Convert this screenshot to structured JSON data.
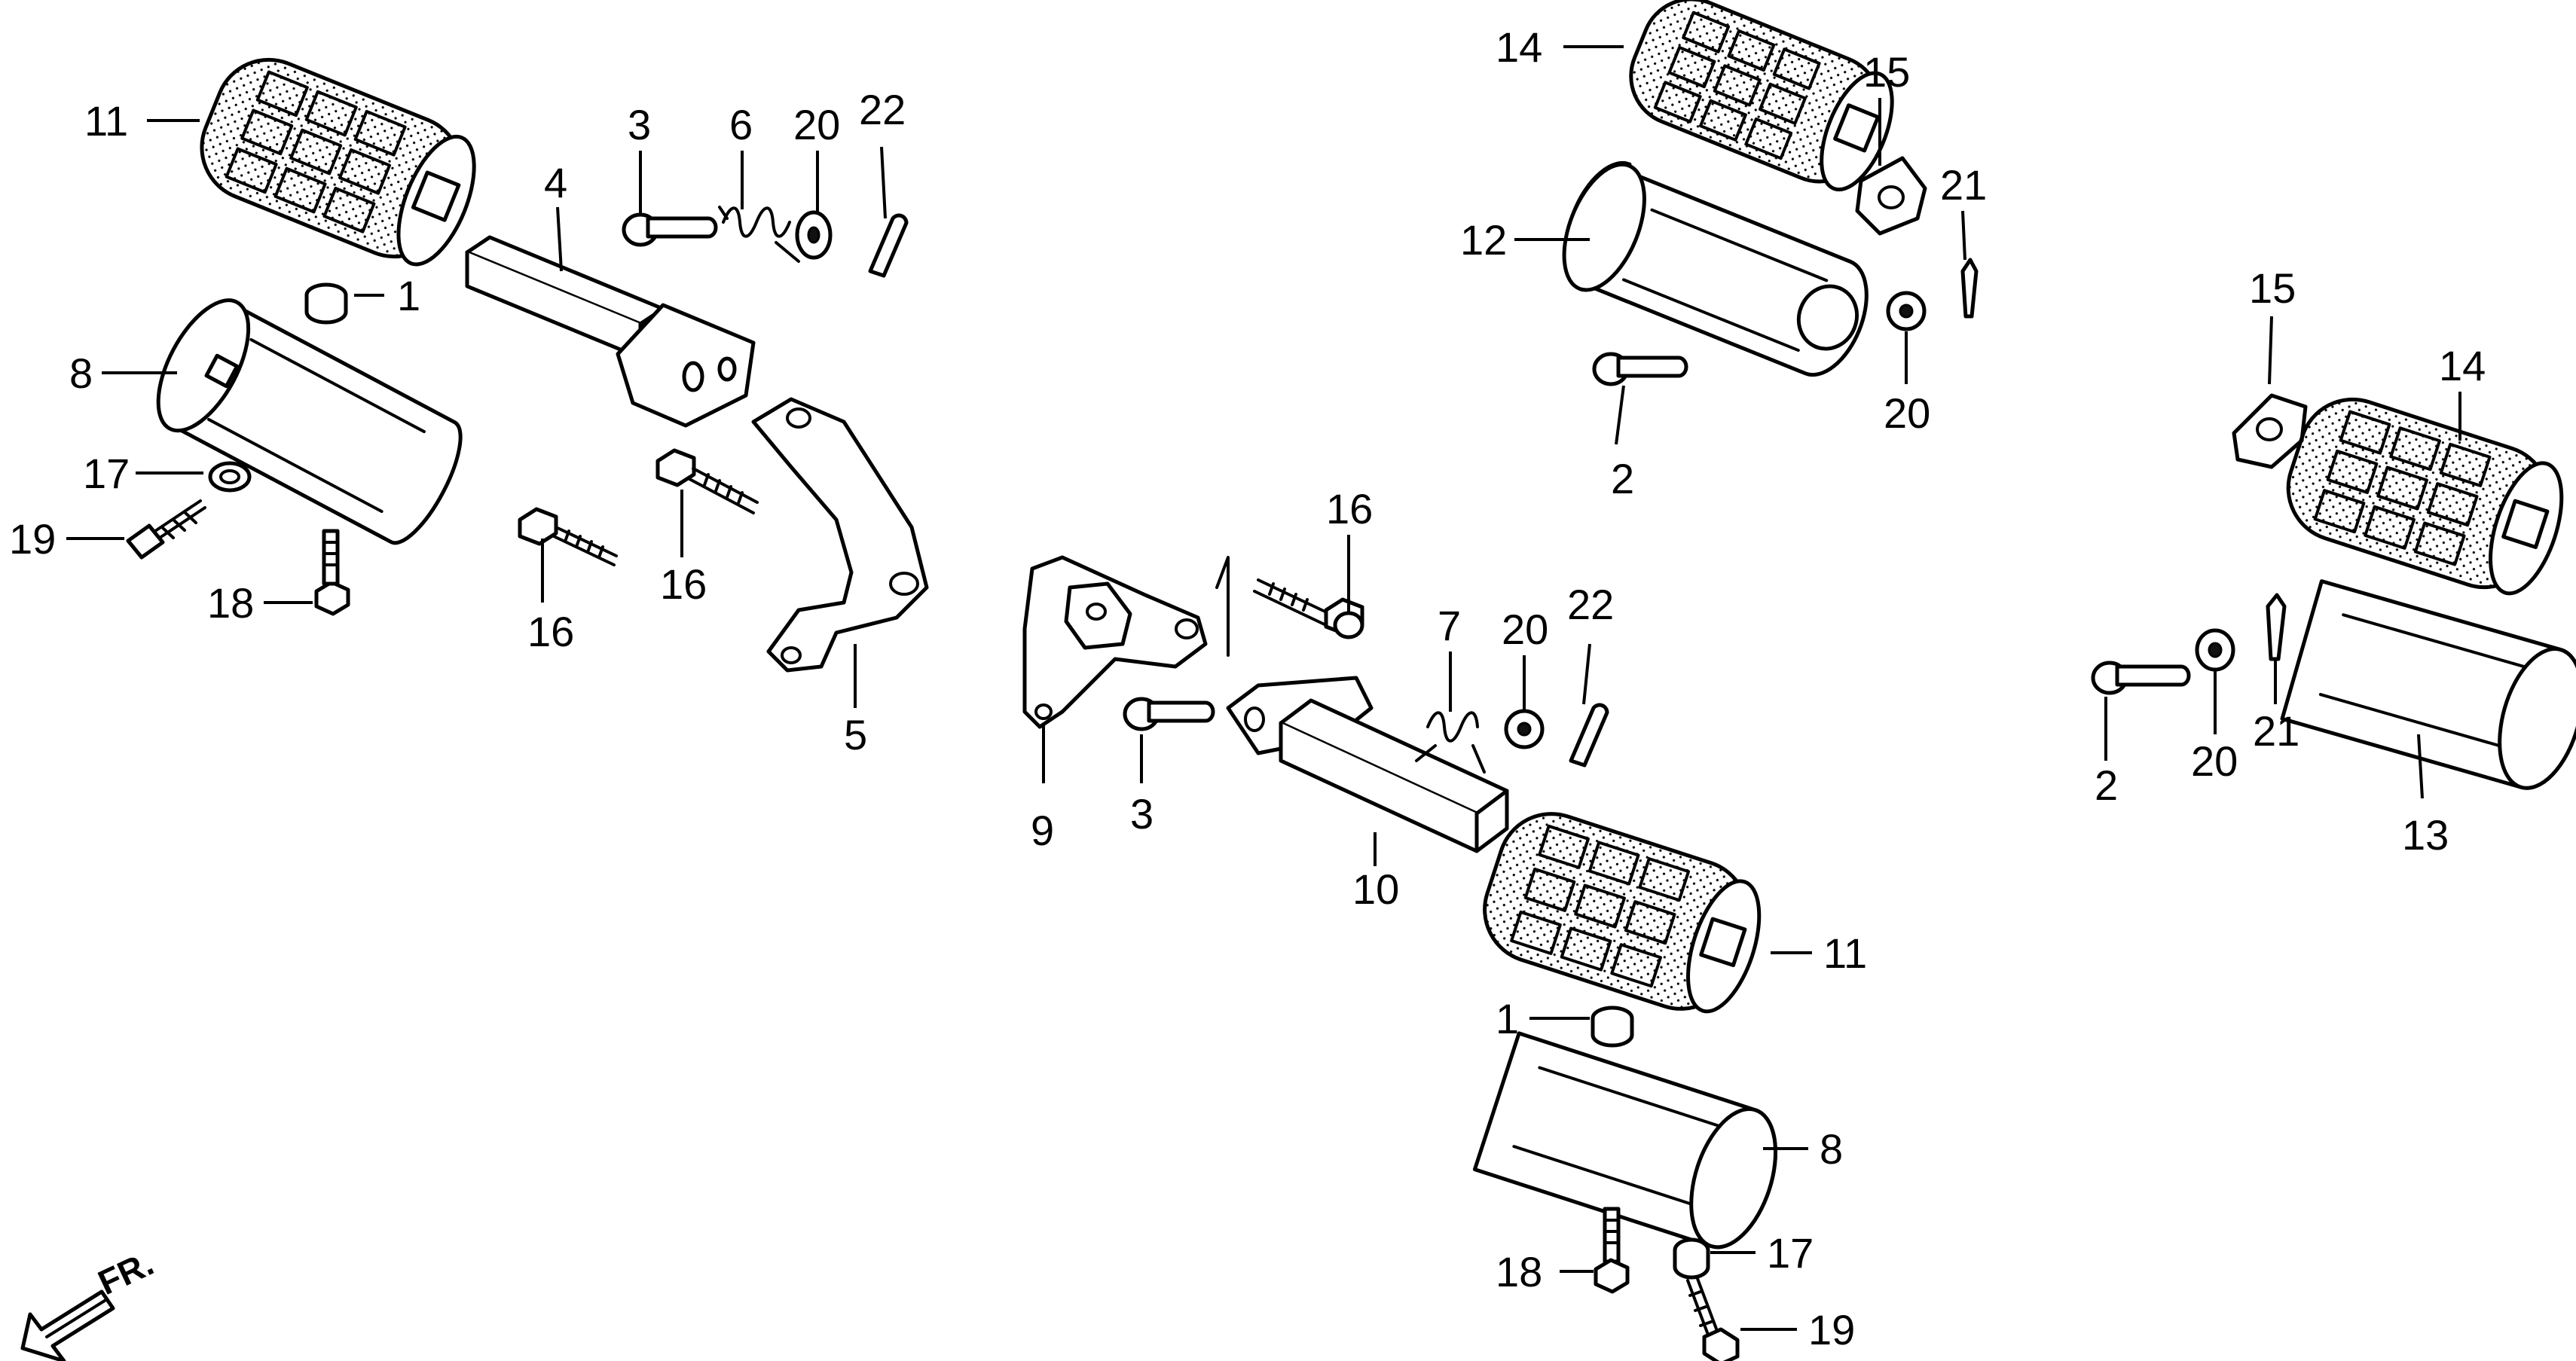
{
  "diagram": {
    "front_label": "FR.",
    "labels": [
      {
        "id": "l11a",
        "text": "11"
      },
      {
        "id": "l1a",
        "text": "1"
      },
      {
        "id": "l8a",
        "text": "8"
      },
      {
        "id": "l17a",
        "text": "17"
      },
      {
        "id": "l19a",
        "text": "19"
      },
      {
        "id": "l18a",
        "text": "18"
      },
      {
        "id": "l3a",
        "text": "3"
      },
      {
        "id": "l6",
        "text": "6"
      },
      {
        "id": "l20a",
        "text": "20"
      },
      {
        "id": "l22a",
        "text": "22"
      },
      {
        "id": "l4",
        "text": "4"
      },
      {
        "id": "l16a",
        "text": "16"
      },
      {
        "id": "l16b",
        "text": "16"
      },
      {
        "id": "l5",
        "text": "5"
      },
      {
        "id": "l14a",
        "text": "14"
      },
      {
        "id": "l15a",
        "text": "15"
      },
      {
        "id": "l12",
        "text": "12"
      },
      {
        "id": "l21a",
        "text": "21"
      },
      {
        "id": "l20b",
        "text": "20"
      },
      {
        "id": "l2a",
        "text": "2"
      },
      {
        "id": "l15b",
        "text": "15"
      },
      {
        "id": "l14b",
        "text": "14"
      },
      {
        "id": "l2b",
        "text": "2"
      },
      {
        "id": "l20c",
        "text": "20"
      },
      {
        "id": "l21b",
        "text": "21"
      },
      {
        "id": "l13",
        "text": "13"
      },
      {
        "id": "l16c",
        "text": "16"
      },
      {
        "id": "l9",
        "text": "9"
      },
      {
        "id": "l3b",
        "text": "3"
      },
      {
        "id": "l7",
        "text": "7"
      },
      {
        "id": "l20d",
        "text": "20"
      },
      {
        "id": "l22b",
        "text": "22"
      },
      {
        "id": "l10",
        "text": "10"
      },
      {
        "id": "l11b",
        "text": "11"
      },
      {
        "id": "l1b",
        "text": "1"
      },
      {
        "id": "l8b",
        "text": "8"
      },
      {
        "id": "l18b",
        "text": "18"
      },
      {
        "id": "l17b",
        "text": "17"
      },
      {
        "id": "l19b",
        "text": "19"
      }
    ]
  }
}
